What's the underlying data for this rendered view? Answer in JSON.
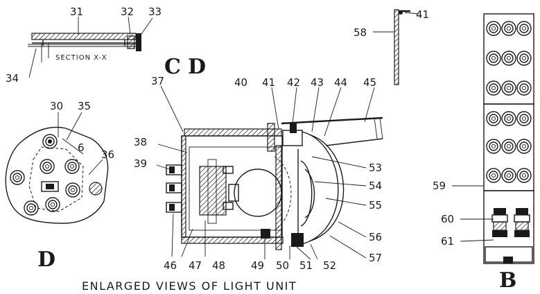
{
  "caption": "ENLARGED VIEWS OF LIGHT UNIT",
  "section_label": "SECTION X-X",
  "view_letters": {
    "c": "C",
    "d_top": "D",
    "d_bottom": "D",
    "b": "B"
  },
  "angle_mark": "6",
  "callouts": {
    "n30": "30",
    "n31": "31",
    "n32": "32",
    "n33": "33",
    "n34": "34",
    "n35": "35",
    "n36": "36",
    "n37": "37",
    "n38": "38",
    "n39": "39",
    "n40": "40",
    "n41a": "41",
    "n41b": "41",
    "n42": "42",
    "n43": "43",
    "n44": "44",
    "n45": "45",
    "n46": "46",
    "n47": "47",
    "n48": "48",
    "n49": "49",
    "n50": "50",
    "n51": "51",
    "n52": "52",
    "n53": "53",
    "n54": "54",
    "n55": "55",
    "n56": "56",
    "n57": "57",
    "n58": "58",
    "n59": "59",
    "n60": "60",
    "n61": "61"
  }
}
